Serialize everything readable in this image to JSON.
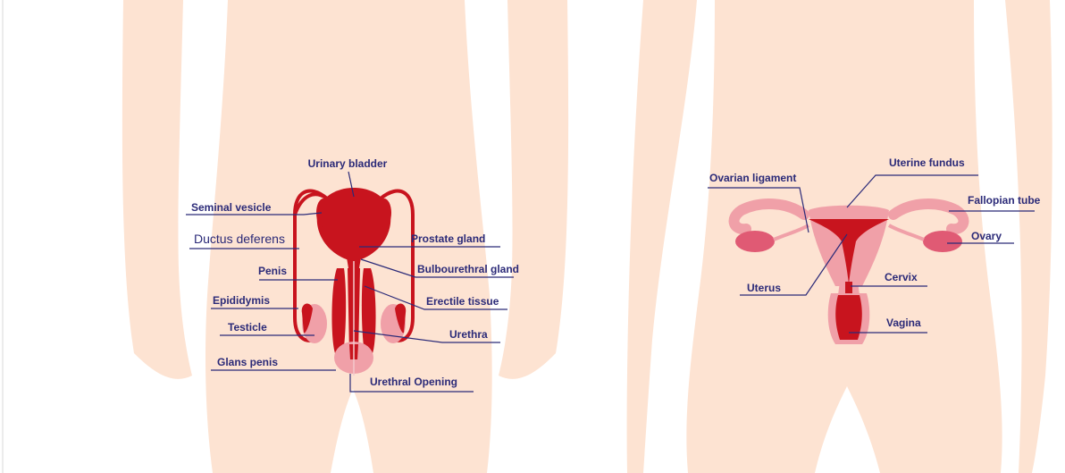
{
  "colors": {
    "background": "#ffffff",
    "skin": "#fde3d2",
    "organ_dark": "#c8141e",
    "organ_light": "#f0a0a8",
    "label_text": "#2b2a78"
  },
  "male": {
    "labels": {
      "urinary_bladder": "Urinary bladder",
      "seminal_vesicle": "Seminal vesicle",
      "ductus_deferens": "Ductus deferens",
      "prostate_gland": "Prostate gland",
      "penis": "Penis",
      "bulbourethral_gland": "Bulbourethral gland",
      "epididymis": "Epididymis",
      "erectile_tissue": "Erectile tissue",
      "testicle": "Testicle",
      "urethra": "Urethra",
      "glans_penis": "Glans penis",
      "urethral_opening": "Urethral Opening"
    }
  },
  "female": {
    "labels": {
      "uterine_fundus": "Uterine fundus",
      "ovarian_ligament": "Ovarian ligament",
      "fallopian_tube": "Fallopian tube",
      "ovary": "Ovary",
      "uterus": "Uterus",
      "cervix": "Cervix",
      "vagina": "Vagina"
    }
  }
}
